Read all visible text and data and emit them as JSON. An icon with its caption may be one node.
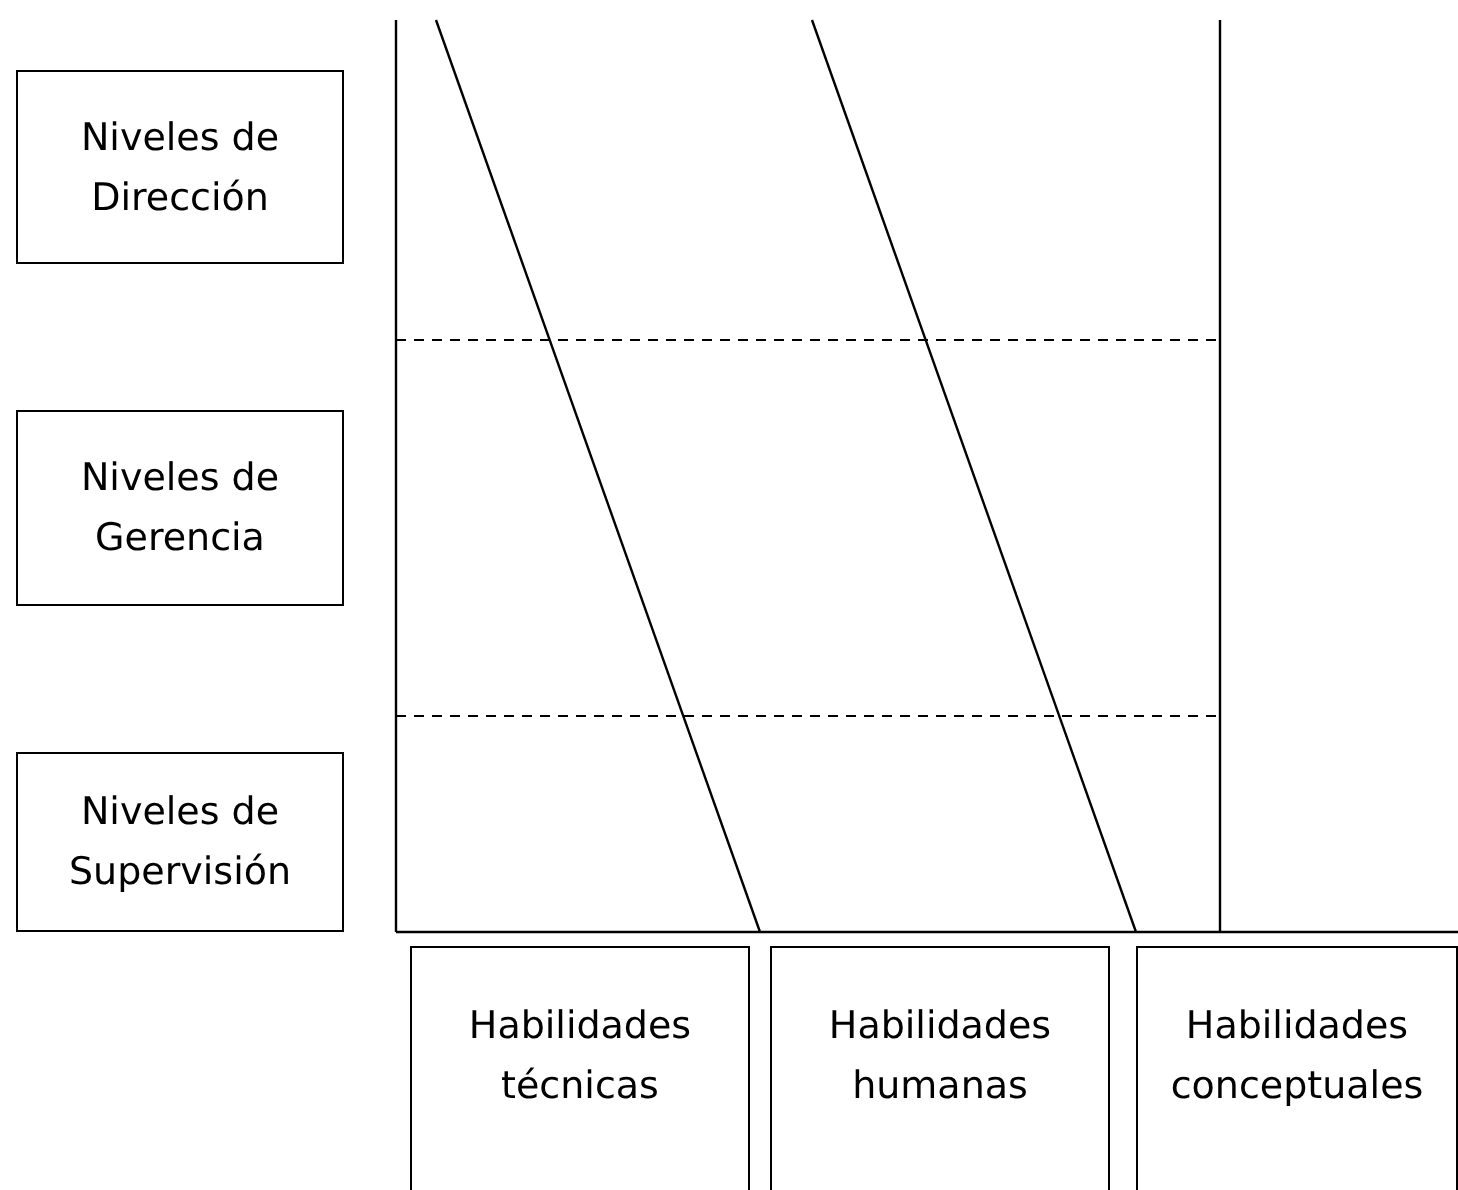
{
  "diagram": {
    "nodes": [
      {
        "text": [
          "Niveles de Dirección"
        ]
      },
      {
        "text": [
          "Niveles de Gerencia"
        ]
      },
      {
        "text": [
          "Niveles de Supervisión"
        ]
      },
      {
        "text": [
          "Habilidades técnicas"
        ]
      },
      {
        "text": [
          "Habilidades humanas"
        ]
      },
      {
        "text": [
          "Habilidades conceptuales"
        ]
      }
    ]
  }
}
